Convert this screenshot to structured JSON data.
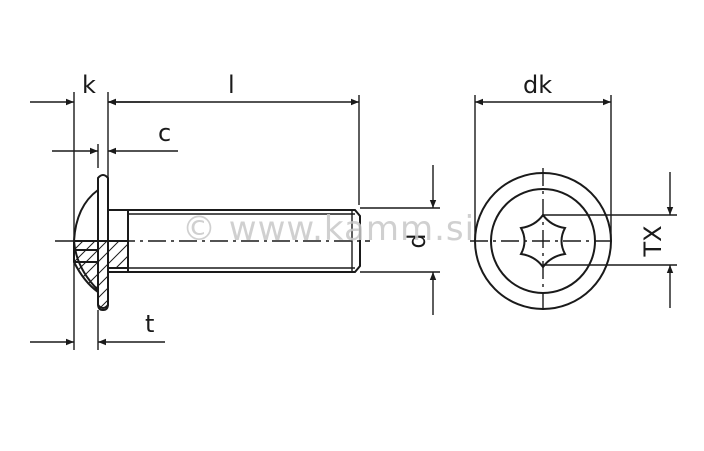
{
  "diagram": {
    "type": "technical drawing",
    "subject": "Button head screw with flange, hexalobular (Torx) socket",
    "labels": {
      "k": "k",
      "l": "l",
      "c": "c",
      "t": "t",
      "d": "d",
      "dk": "dk",
      "tx": "TX"
    },
    "watermark": "© www.kamm.si",
    "colors": {
      "line": "#1a1a1a",
      "watermark": "#c8c8c8",
      "background": "#ffffff"
    }
  }
}
